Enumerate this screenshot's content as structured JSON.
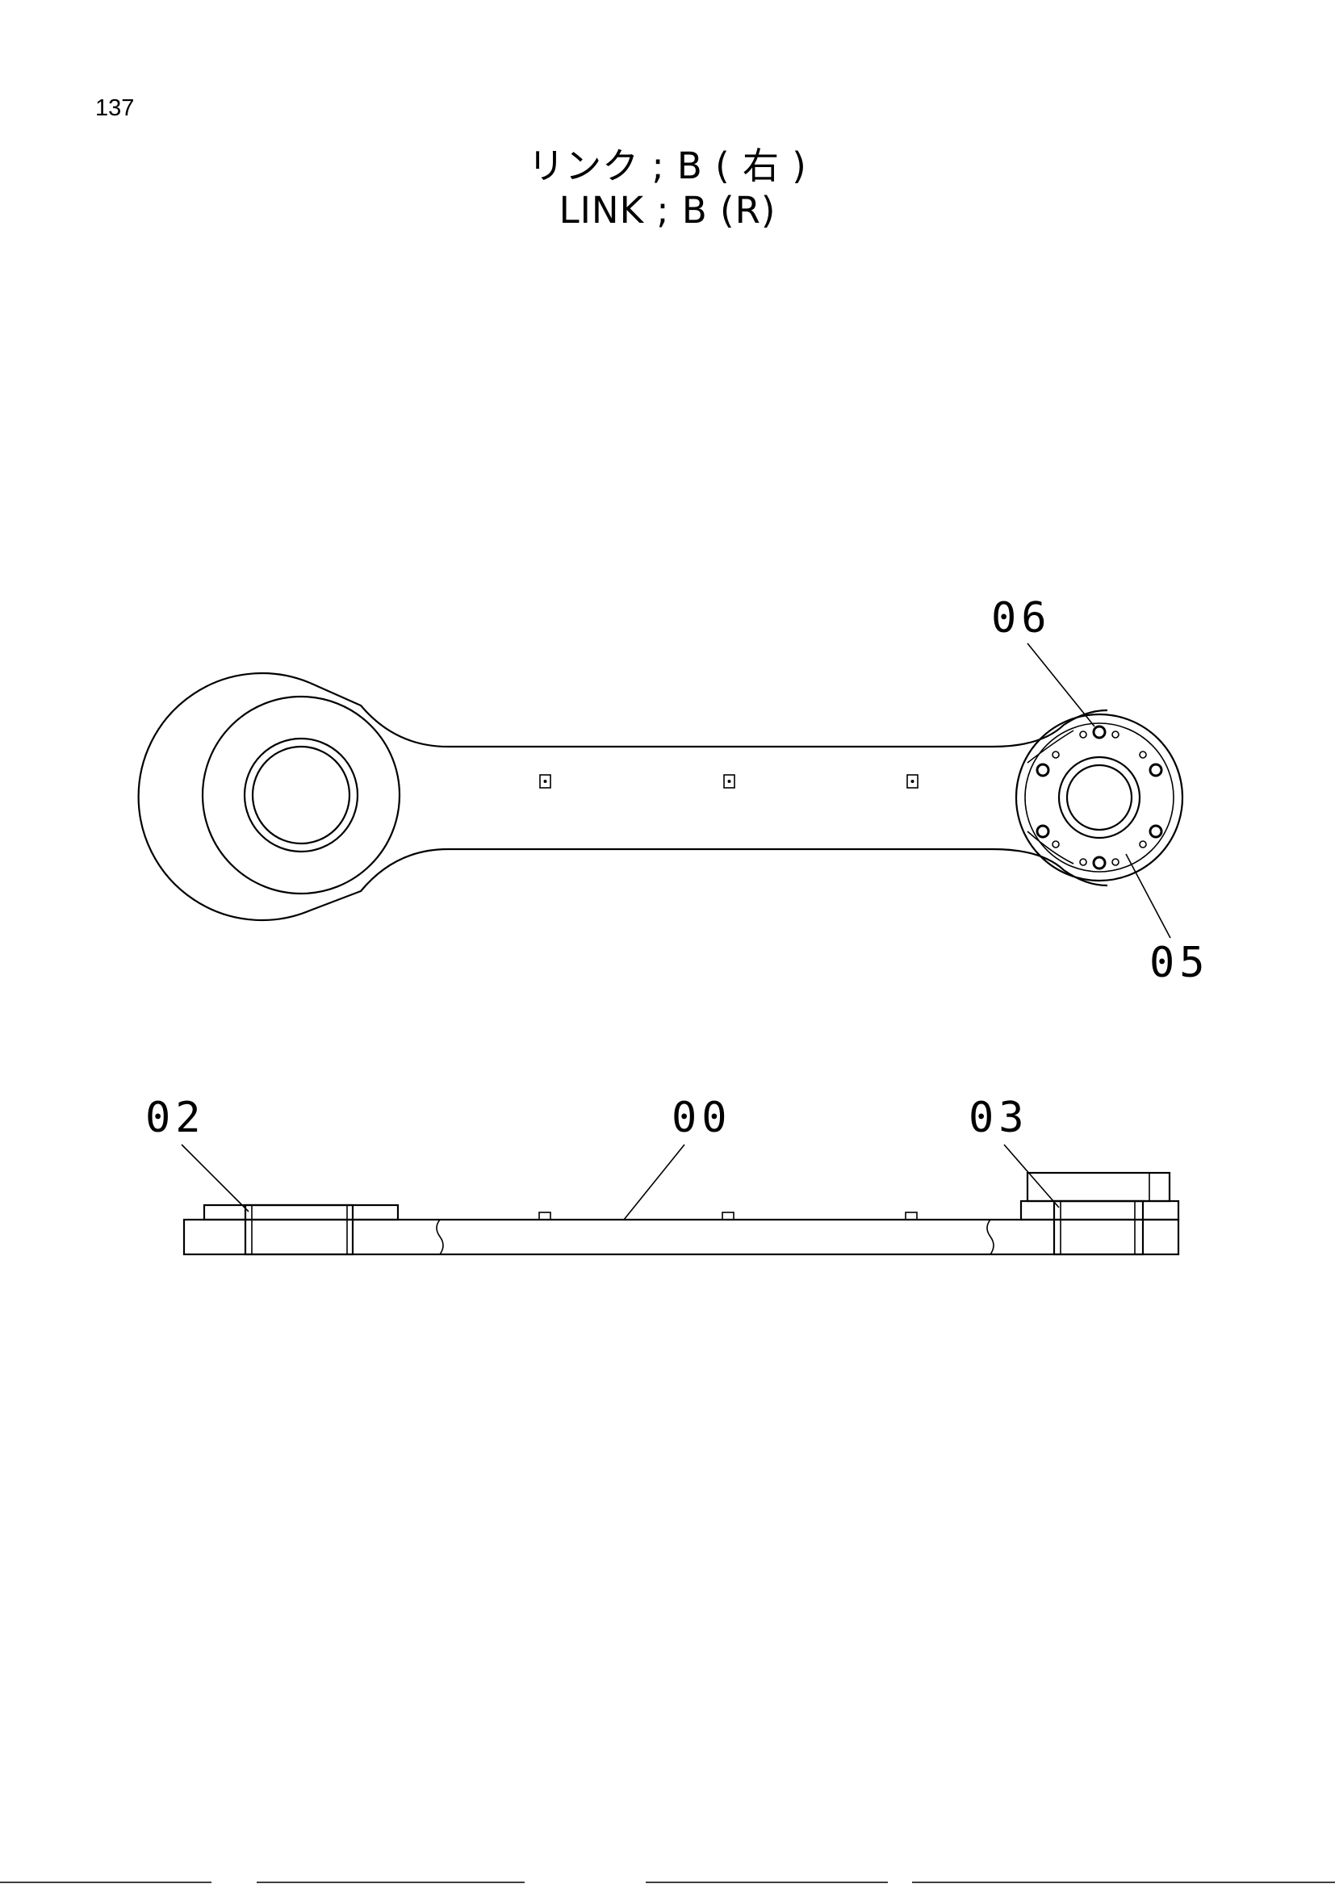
{
  "page": {
    "number": "137",
    "title_jp": "リンク ; B ( 右 )",
    "title_en": "LINK ; B (R)"
  },
  "callouts": {
    "top_view": [
      {
        "id": "06",
        "label": "06"
      },
      {
        "id": "05",
        "label": "05"
      }
    ],
    "side_view": [
      {
        "id": "02",
        "label": "02"
      },
      {
        "id": "00",
        "label": "00"
      },
      {
        "id": "03",
        "label": "03"
      }
    ]
  },
  "colors": {
    "ink": "#000000",
    "paper": "#ffffff"
  }
}
